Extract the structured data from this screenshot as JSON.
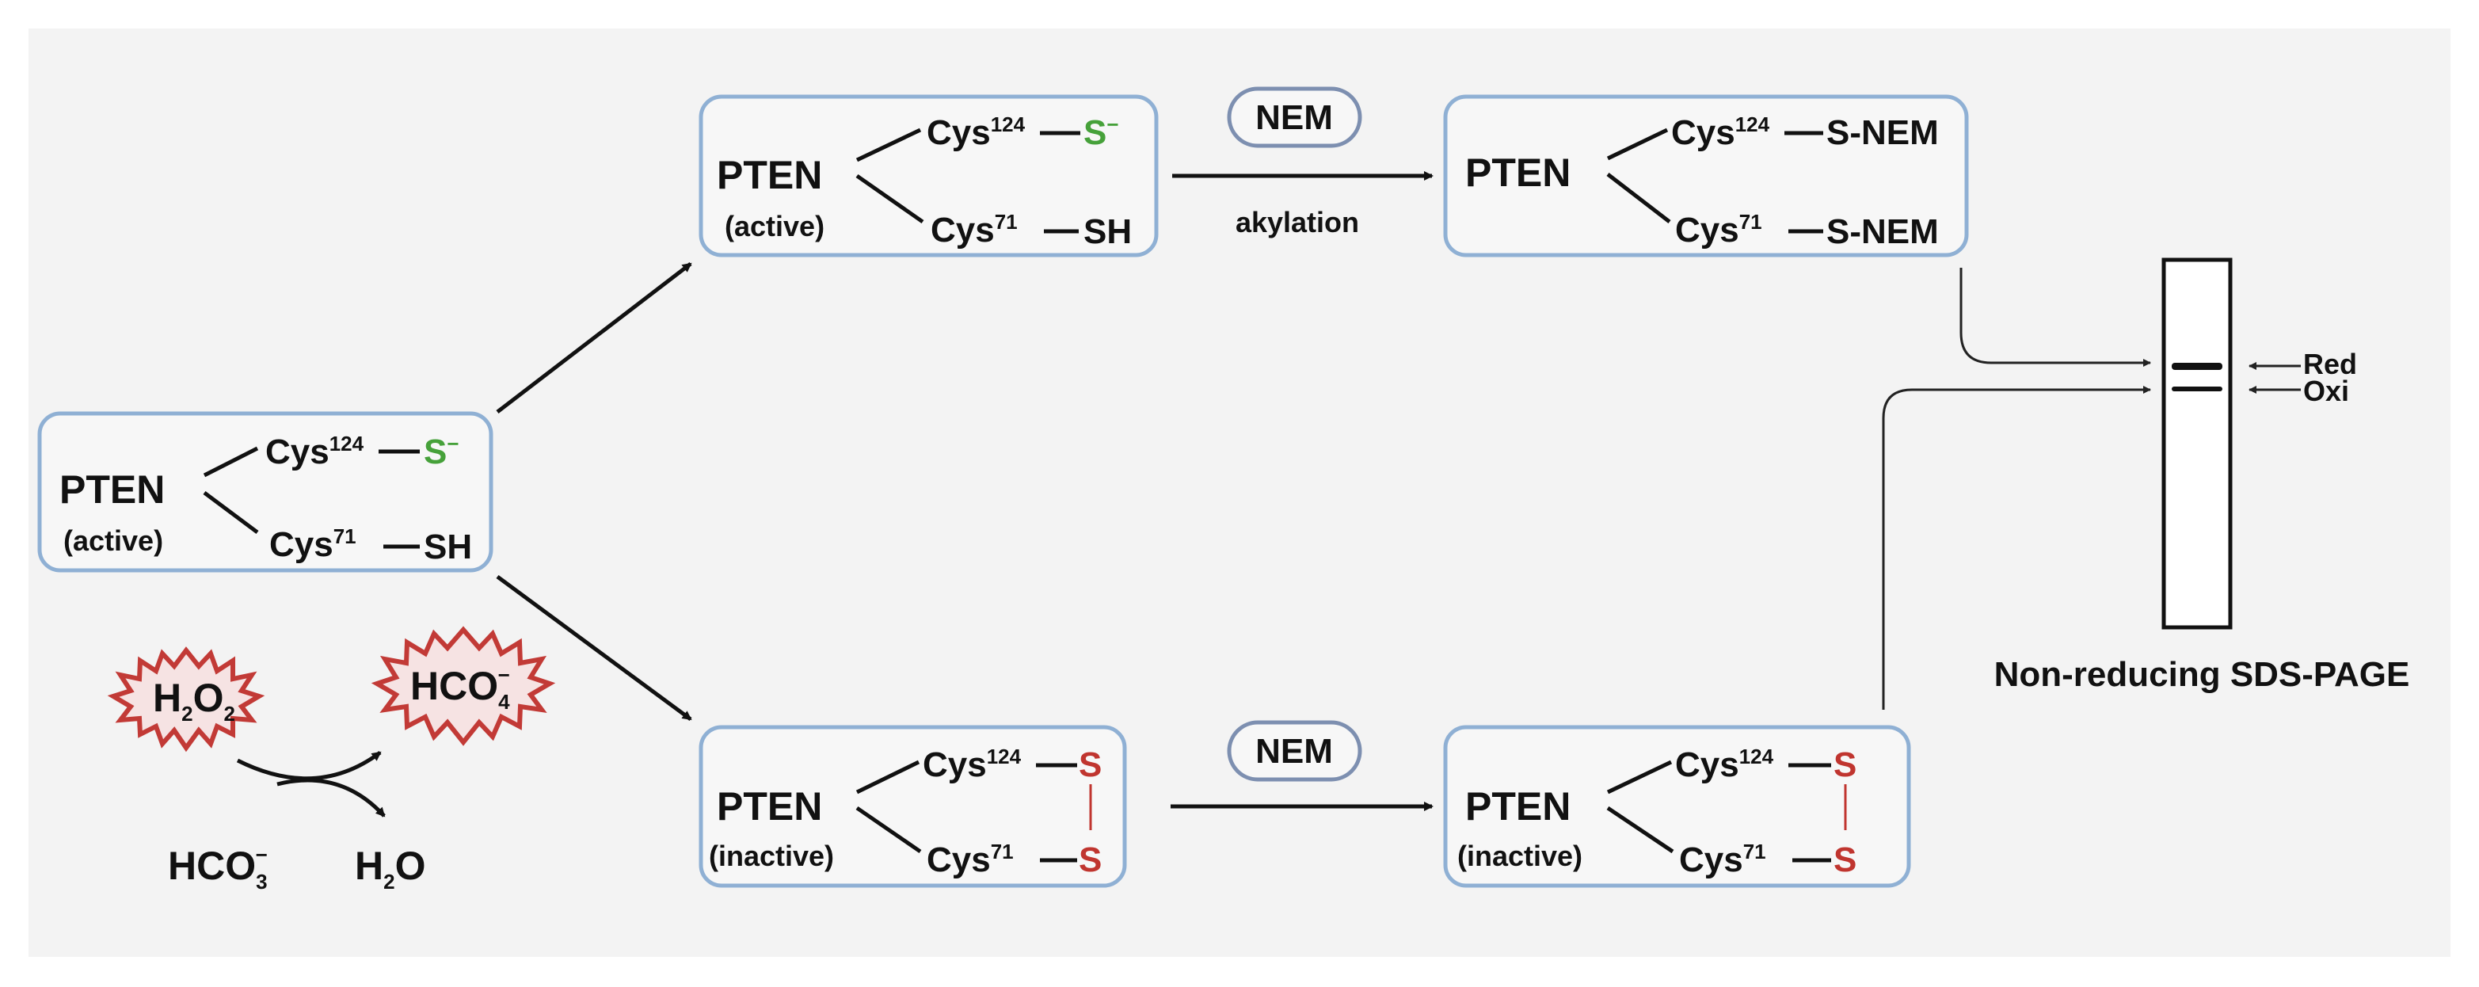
{
  "labels": {
    "pten": "PTEN",
    "active": "(active)",
    "inactive": "(inactive)",
    "cys": "Cys",
    "sup124": "124",
    "sup71": "71",
    "s_minus": "S",
    "minus": "−",
    "sh": "SH",
    "s": "S",
    "s_nem": "S-NEM",
    "nem": "NEM",
    "alkylation": "akylation",
    "gel_title": "Non-reducing SDS-PAGE",
    "red": "Red",
    "oxi": "Oxi"
  },
  "reaction": {
    "h2o2": {
      "H": "H",
      "sub2a": "2",
      "O": "O",
      "sub2b": "2"
    },
    "hco4": {
      "main": "HCO",
      "sub": "4",
      "sup": "−"
    },
    "hco3": {
      "main": "HCO",
      "sub": "3",
      "sup": "−"
    },
    "h2o": {
      "H": "H",
      "sub": "2",
      "O": "O"
    }
  },
  "colors": {
    "background": "#f3f3f3",
    "box_border": "#8fb0d4",
    "thiolate_green": "#46a13a",
    "disulfide_red": "#c0352f",
    "starburst_fill": "#f6e3e3",
    "starburst_stroke": "#c23a36"
  }
}
